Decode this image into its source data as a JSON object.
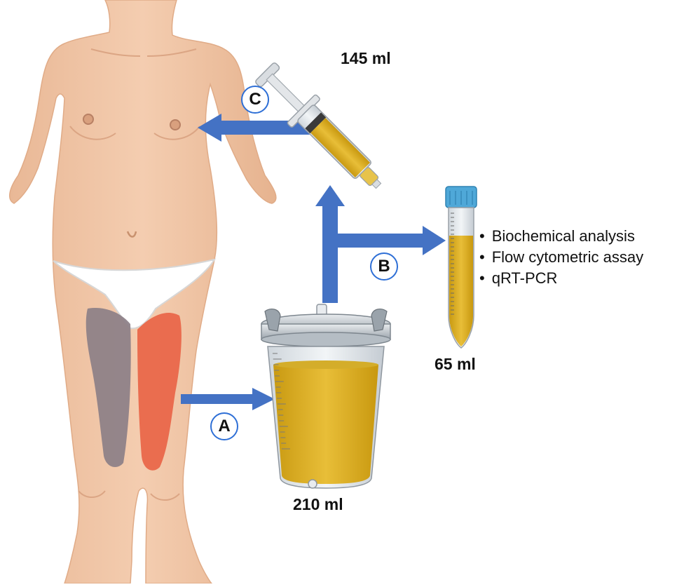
{
  "volumes": {
    "syringe": "145 ml",
    "tube": "65 ml",
    "container": "210 ml"
  },
  "steps": {
    "a": "A",
    "b": "B",
    "c": "C"
  },
  "analyses": [
    "Biochemical analysis",
    "Flow cytometric assay",
    "qRT-PCR"
  ],
  "colors": {
    "arrow": "#4472c4",
    "skin": "#f1c5a4",
    "fluid": "#e2b830",
    "medial_thigh_region": "#8c7f87",
    "lateral_thigh_region": "#e9674a",
    "tube_cap": "#4fa8d8"
  }
}
